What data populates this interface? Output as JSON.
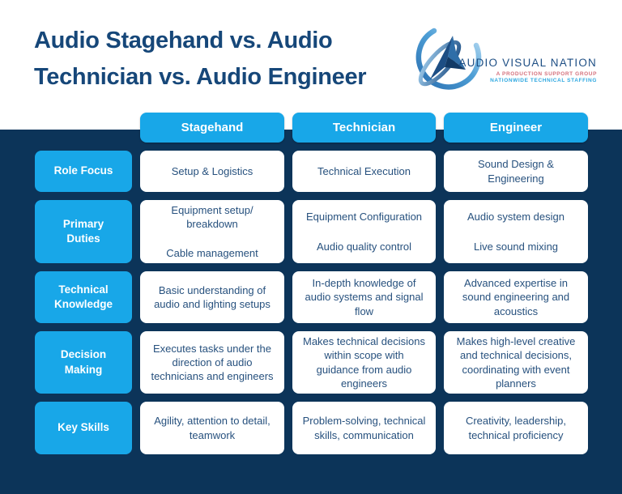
{
  "header": {
    "title_line1": "Audio Stagehand vs. Audio",
    "title_line2": "Technician vs. Audio Engineer"
  },
  "logo": {
    "name": "AUDIO VISUAL NATION",
    "tagline1": "A  PRODUCTION  SUPPORT  GROUP",
    "tagline2": "NATIONWIDE TECHNICAL STAFFING"
  },
  "table": {
    "columns": [
      "Stagehand",
      "Technician",
      "Engineer"
    ],
    "rows": [
      {
        "label": "Role Focus",
        "cells": [
          [
            "Setup & Logistics"
          ],
          [
            "Technical Execution"
          ],
          [
            "Sound Design & Engineering"
          ]
        ]
      },
      {
        "label": "Primary Duties",
        "cells": [
          [
            "Equipment setup/\nbreakdown",
            "Cable management"
          ],
          [
            "Equipment Configuration",
            "Audio quality control"
          ],
          [
            "Audio system design",
            "Live sound mixing"
          ]
        ]
      },
      {
        "label": "Technical Knowledge",
        "cells": [
          [
            "Basic understanding of audio and lighting setups"
          ],
          [
            "In-depth knowledge of audio systems and signal flow"
          ],
          [
            "Advanced expertise in sound engineering and acoustics"
          ]
        ]
      },
      {
        "label": "Decision Making",
        "cells": [
          [
            "Executes tasks under the direction of audio technicians and engineers"
          ],
          [
            "Makes technical decisions within scope with guidance from audio engineers"
          ],
          [
            "Makes high-level creative and technical decisions, coordinating with event planners"
          ]
        ]
      },
      {
        "label": "Key Skills",
        "cells": [
          [
            "Agility, attention to detail, teamwork"
          ],
          [
            "Problem-solving, technical skills, communication"
          ],
          [
            "Creativity, leadership, technical proficiency"
          ]
        ]
      }
    ]
  },
  "colors": {
    "accent_cyan": "#18a7e8",
    "panel_navy": "#0c3459",
    "title_navy": "#164779",
    "cell_text_navy": "#27517e",
    "tagline_red": "#d4707c",
    "tagline_blue": "#2fa8e0"
  }
}
